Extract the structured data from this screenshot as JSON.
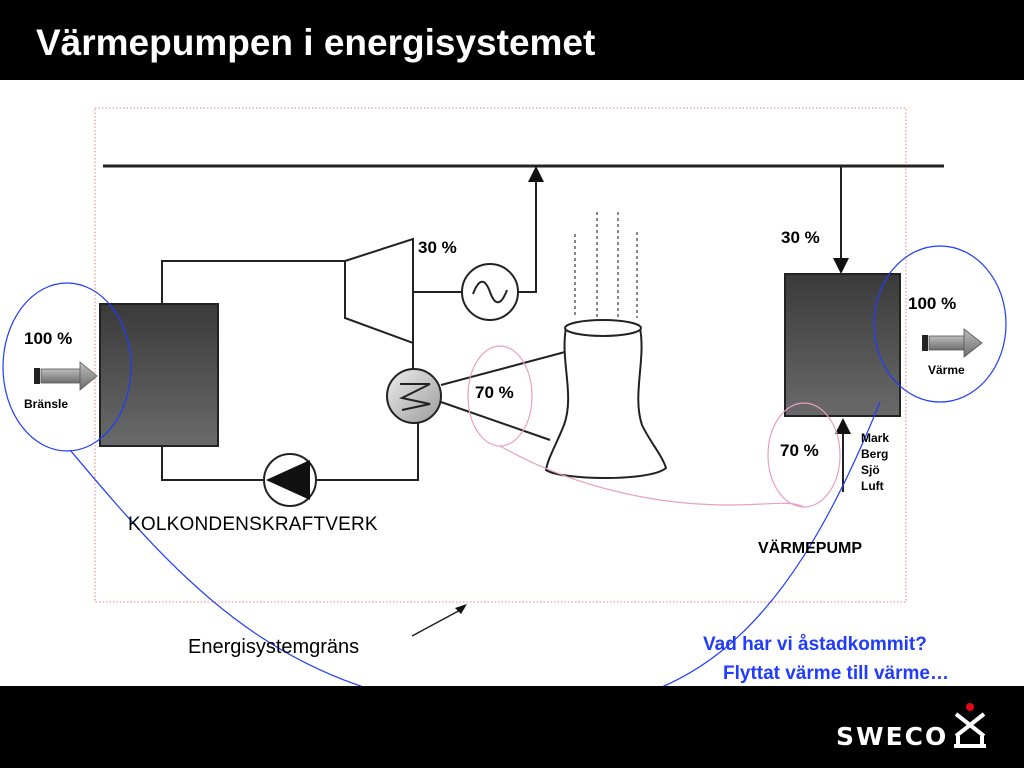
{
  "slide": {
    "title": "Värmepumpen i energisystemet"
  },
  "diagram": {
    "kolkondens": {
      "input_percent": "100 %",
      "input_label": "Bränsle",
      "electricity_percent": "30 %",
      "heat_loss_percent": "70 %",
      "plant_label": "KOLKONDENSKRAFTVERK"
    },
    "heatpump": {
      "electricity_percent": "30 %",
      "output_percent": "100 %",
      "output_label": "Värme",
      "source_percent": "70 %",
      "sources": [
        "Mark",
        "Berg",
        "Sjö",
        "Luft"
      ],
      "label": "VÄRMEPUMP"
    },
    "boundary_label": "Energisystemgräns"
  },
  "annotation": {
    "question": "Vad har vi åstadkommit?",
    "answer": "Flyttat värme till värme…"
  },
  "footer": {
    "logo_text": "SWECO"
  },
  "colors": {
    "header_bg": "#000000",
    "footer_bg": "#000000",
    "accent_blue": "#1f3cff",
    "highlight_pink": "#e8a0c0",
    "boundary_red": "#e06060",
    "box_dark": "#4a4a4a"
  }
}
